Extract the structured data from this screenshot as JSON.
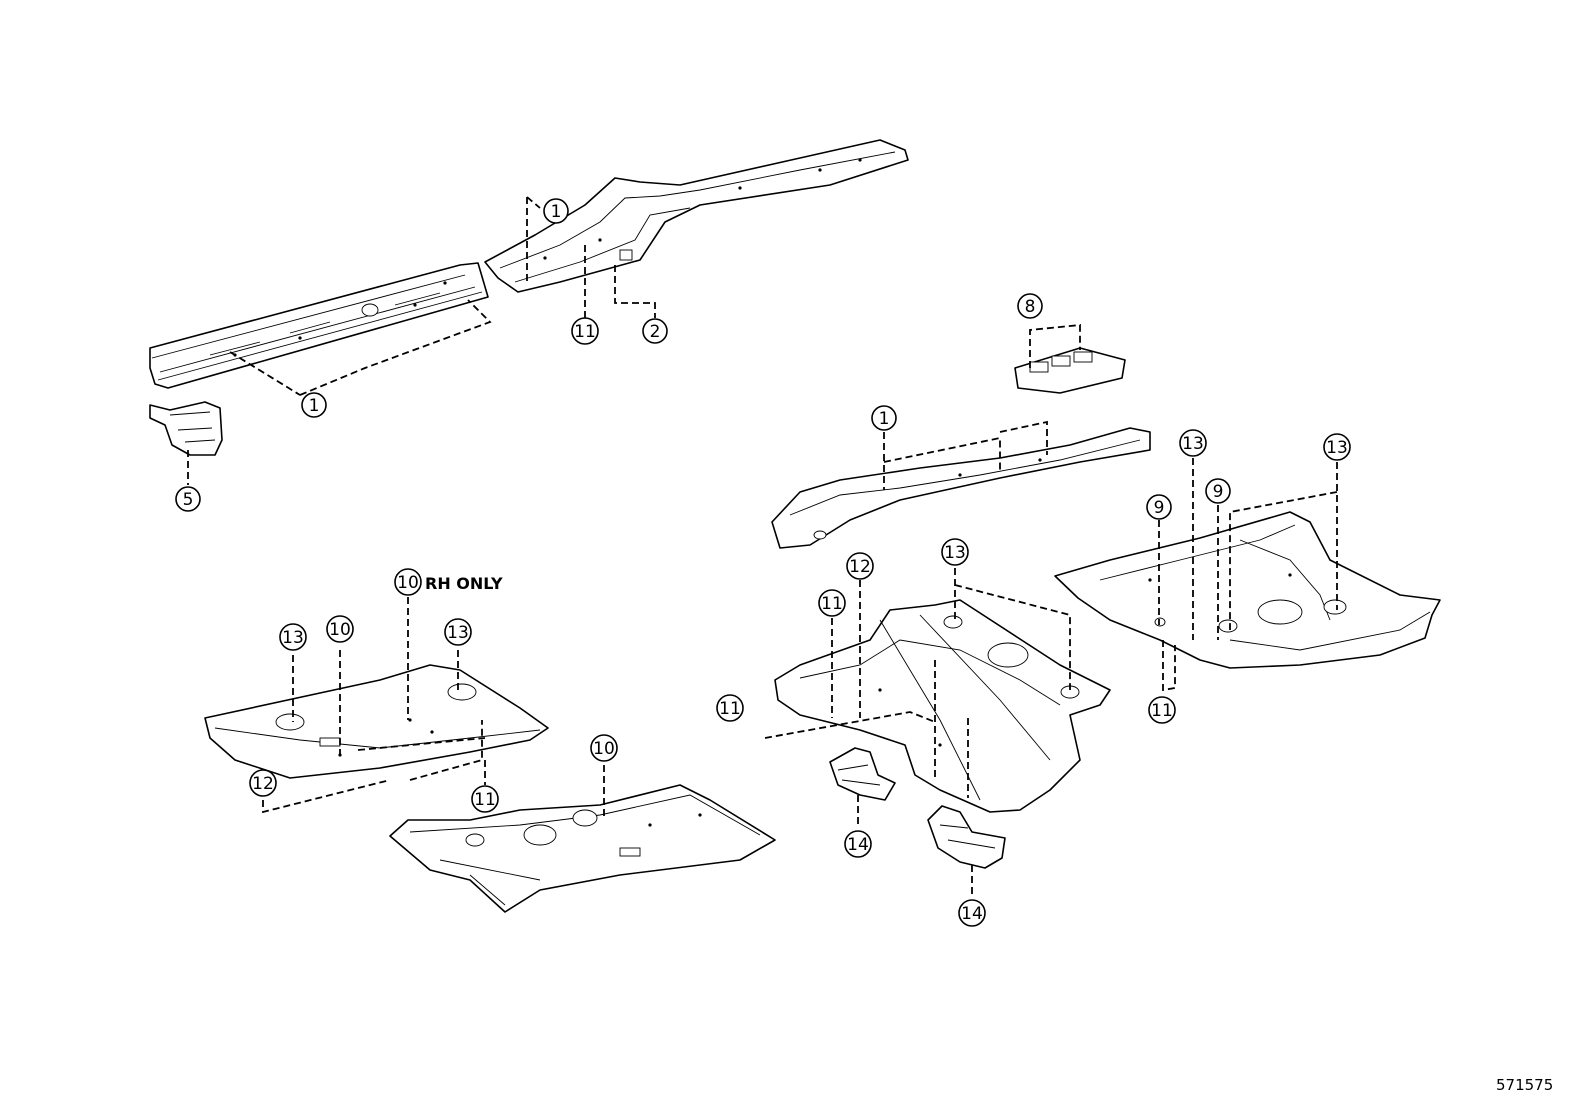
{
  "diagram": {
    "callouts": [
      "1",
      "1",
      "11",
      "2",
      "1",
      "5",
      "8",
      "1",
      "13",
      "9",
      "9",
      "13",
      "12",
      "13",
      "11",
      "11",
      "11",
      "14",
      "14",
      "10",
      "13",
      "10",
      "13",
      "12",
      "11",
      "10"
    ],
    "rh_only_note": "RH ONLY",
    "reference_number": "571575"
  }
}
